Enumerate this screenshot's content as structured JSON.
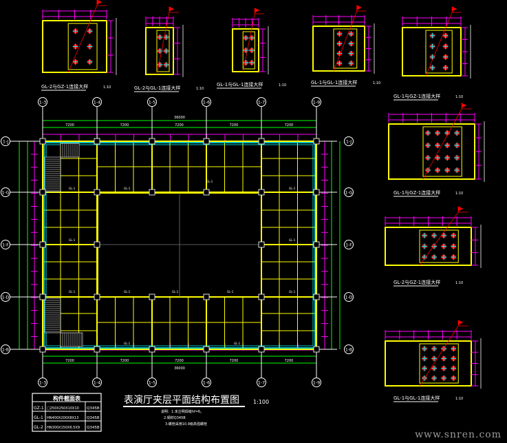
{
  "drawing": {
    "title": "表演厅夹层平面结构布置图",
    "scale": "1:100",
    "notes": [
      "说明：1.未注明焊缝hf=6。",
      "2.钢材Q345B",
      "3.螺栓采用10.9级高强螺栓"
    ],
    "watermark": "www.snren.com"
  },
  "axes": {
    "columns": [
      "1-3",
      "1-4",
      "1-5",
      "1-6",
      "1-7",
      "1-9"
    ],
    "rows": [
      "1-J",
      "1-G",
      "1-F",
      "1-D",
      "1-B"
    ],
    "total_dim": "36000",
    "span_dims": [
      "7200",
      "7200",
      "7200",
      "7200",
      "7200"
    ],
    "beam_label": "GL-1"
  },
  "section_table": {
    "header": "构件截面表",
    "rows": [
      {
        "id": "GZ-1",
        "spec": "□250X250X10X10",
        "material": "Q345B"
      },
      {
        "id": "GL-1",
        "spec": "HN400X200X8X13",
        "material": "Q345B"
      },
      {
        "id": "GL-2",
        "spec": "HN300X150X6.5X9",
        "material": "Q345B"
      }
    ]
  },
  "details": [
    {
      "title": "GL-2与GZ-1连接大样",
      "scale": "1:10"
    },
    {
      "title": "GL-2与GL-1连接大样",
      "scale": "1:10"
    },
    {
      "title": "GL-1与GL-1连接大样",
      "scale": "1:10"
    },
    {
      "title": "GL-1与GL-1连接大样",
      "scale": "1:10"
    },
    {
      "title": "GL-1与GZ-1连接大样",
      "scale": "1:10"
    },
    {
      "title": "GL-1与GZ-1连接大样",
      "scale": "1:10"
    },
    {
      "title": "GL-2与GZ-1连接大样",
      "scale": "1:10"
    },
    {
      "title": "GL-1与GL-1连接大样",
      "scale": "1:10"
    }
  ],
  "colors": {
    "beam": "#ffff00",
    "edge": "#00ffff",
    "dim": "#ff00ff",
    "dimline": "#00ff00",
    "bolt": "#ff0000"
  }
}
